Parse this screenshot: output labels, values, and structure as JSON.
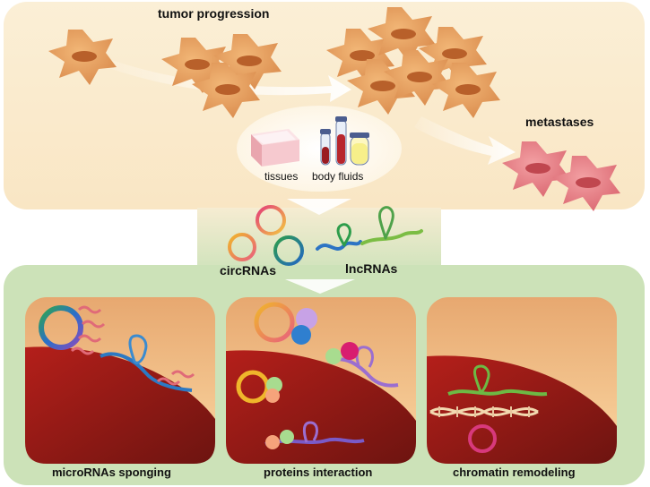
{
  "labels": {
    "tumor_progression": "tumor progression",
    "metastases": "metastases",
    "tissues": "tissues",
    "body_fluids": "body fluids",
    "circrnas": "circRNAs",
    "lncrnas": "lncRNAs"
  },
  "panels": [
    {
      "caption": "microRNAs sponging"
    },
    {
      "caption": "proteins interaction"
    },
    {
      "caption": "chromatin remodeling"
    }
  ],
  "colors": {
    "top_band": "#fbedce",
    "bottom_band": "#c9e0b5",
    "cell": "#e8a35f",
    "cell_nucleus": "#b8602a",
    "metastasis_cell": "#e8818a",
    "panel_light": "#f5c790",
    "panel_dark": "#8a1f1a"
  }
}
